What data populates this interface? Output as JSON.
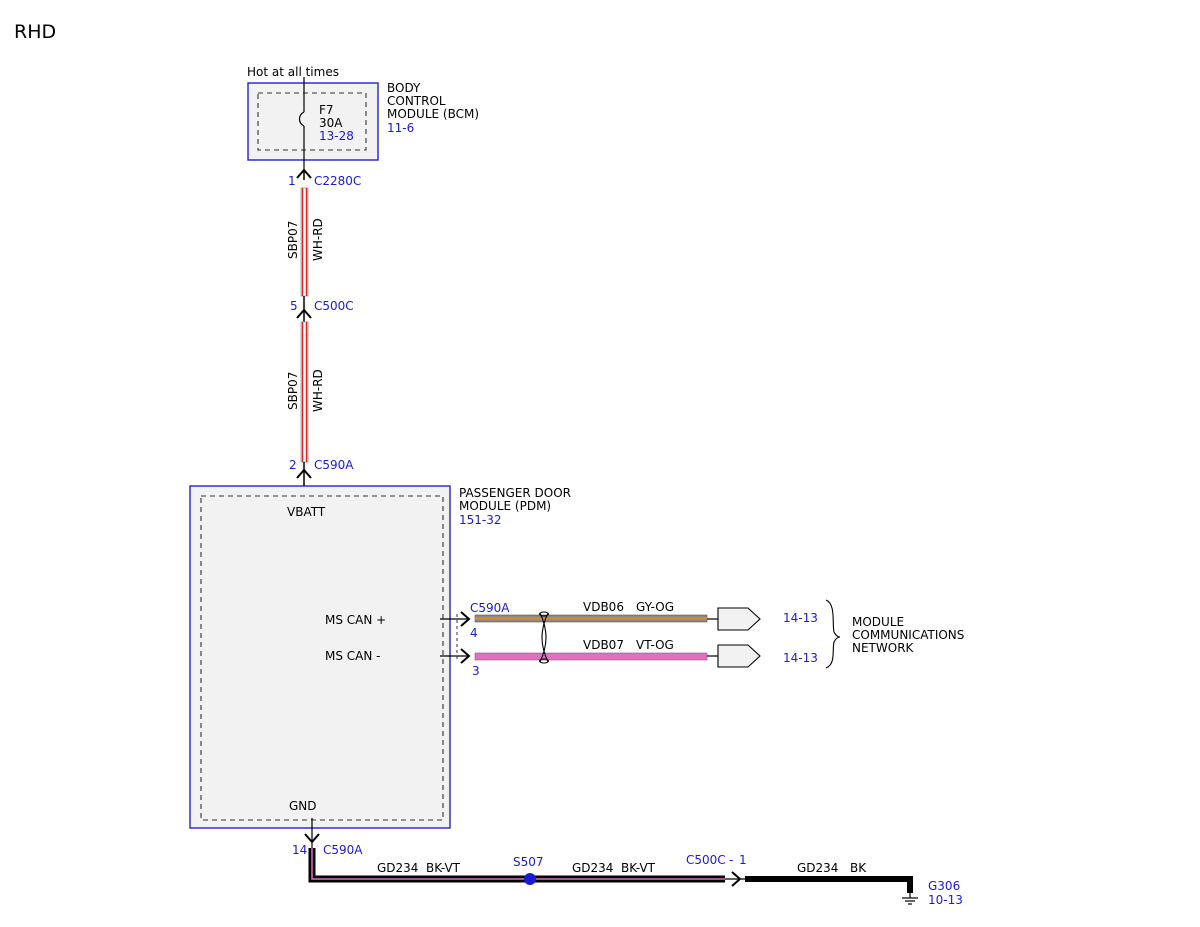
{
  "page": {
    "title": "RHD"
  },
  "bcm": {
    "feed_label": "Hot at all times",
    "name_lines": [
      "BODY",
      "CONTROL",
      "MODULE (BCM)"
    ],
    "ref": "11-6",
    "fuse_name": "F7",
    "fuse_rating": "30A",
    "fuse_ref": "13-28"
  },
  "connectors": {
    "c2280c": {
      "pin": "1",
      "name": "C2280C"
    },
    "c500c_top": {
      "pin": "5",
      "name": "C500C"
    },
    "c590a_top": {
      "pin": "2",
      "name": "C590A"
    },
    "c590a_can": {
      "name": "C590A",
      "pin_plus": "4",
      "pin_minus": "3"
    },
    "c590a_gnd": {
      "pin": "14",
      "name": "C590A"
    },
    "c500c_gnd": {
      "name": "C500C",
      "pin": "1"
    }
  },
  "wires": {
    "power_upper": {
      "circuit": "SBP07",
      "color": "WH-RD"
    },
    "power_lower": {
      "circuit": "SBP07",
      "color": "WH-RD"
    },
    "can_plus": {
      "circuit": "VDB06",
      "color": "GY-OG"
    },
    "can_minus": {
      "circuit": "VDB07",
      "color": "VT-OG"
    },
    "ground_1": {
      "circuit": "GD234",
      "color": "BK-VT"
    },
    "ground_2": {
      "circuit": "GD234",
      "color": "BK-VT"
    },
    "ground_3": {
      "circuit": "GD234",
      "color": "BK"
    }
  },
  "pdm": {
    "name_lines": [
      "PASSENGER DOOR",
      "MODULE (PDM)"
    ],
    "ref": "151-32",
    "pins": {
      "vbatt": "VBATT",
      "ms_can_plus": "MS CAN +",
      "ms_can_minus": "MS CAN -",
      "gnd": "GND"
    }
  },
  "network": {
    "ref_plus": "14-13",
    "ref_minus": "14-13",
    "name_lines": [
      "MODULE",
      "COMMUNICATIONS",
      "NETWORK"
    ]
  },
  "splice": {
    "name": "S507"
  },
  "ground": {
    "name": "G306",
    "ref": "10-13"
  },
  "colors": {
    "link_blue": "#1a1ad6",
    "module_border": "#2222cc",
    "wire_red": "#e02020",
    "wire_white": "#ffffff",
    "wire_gray": "#8a8a8a",
    "wire_orange": "#e08a2c",
    "wire_violet": "#e070c0",
    "wire_black": "#000000"
  }
}
